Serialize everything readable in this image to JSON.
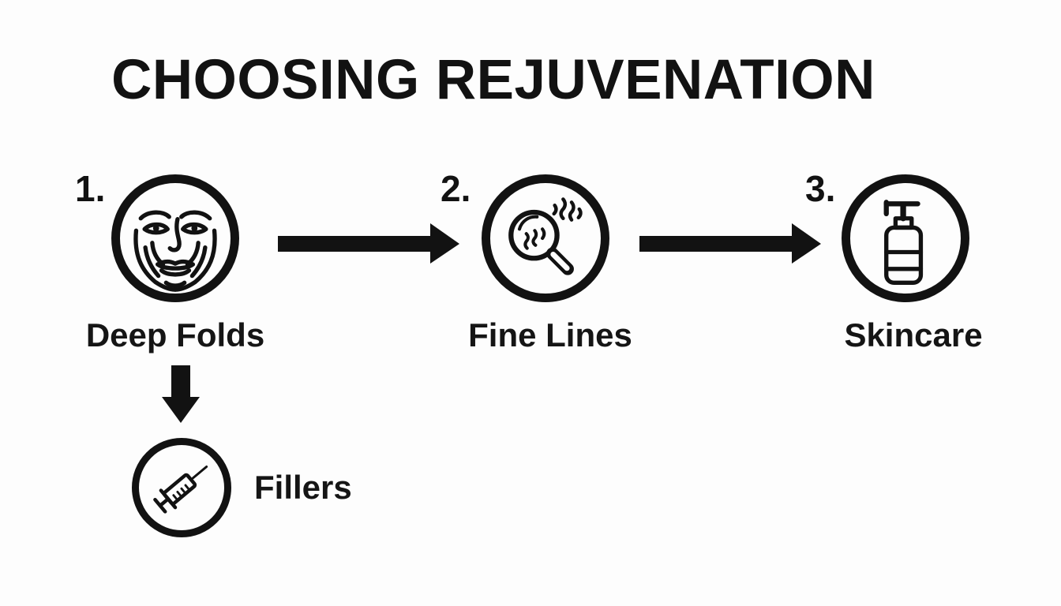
{
  "title": "CHOOSING REJUVENATION",
  "colors": {
    "ink": "#121212",
    "background": "#fdfdfd"
  },
  "steps": [
    {
      "number": "1.",
      "label": "Deep Folds",
      "icon": "face-deep-folds-icon"
    },
    {
      "number": "2.",
      "label": "Fine Lines",
      "icon": "magnifier-wrinkles-icon"
    },
    {
      "number": "3.",
      "label": "Skincare",
      "icon": "pump-bottle-icon"
    }
  ],
  "connectors": {
    "step1_to_step2": "arrow-right-icon",
    "step2_to_step3": "arrow-right-icon",
    "step1_to_branch": "arrow-down-icon"
  },
  "branch": {
    "label": "Fillers",
    "icon": "syringe-icon"
  }
}
